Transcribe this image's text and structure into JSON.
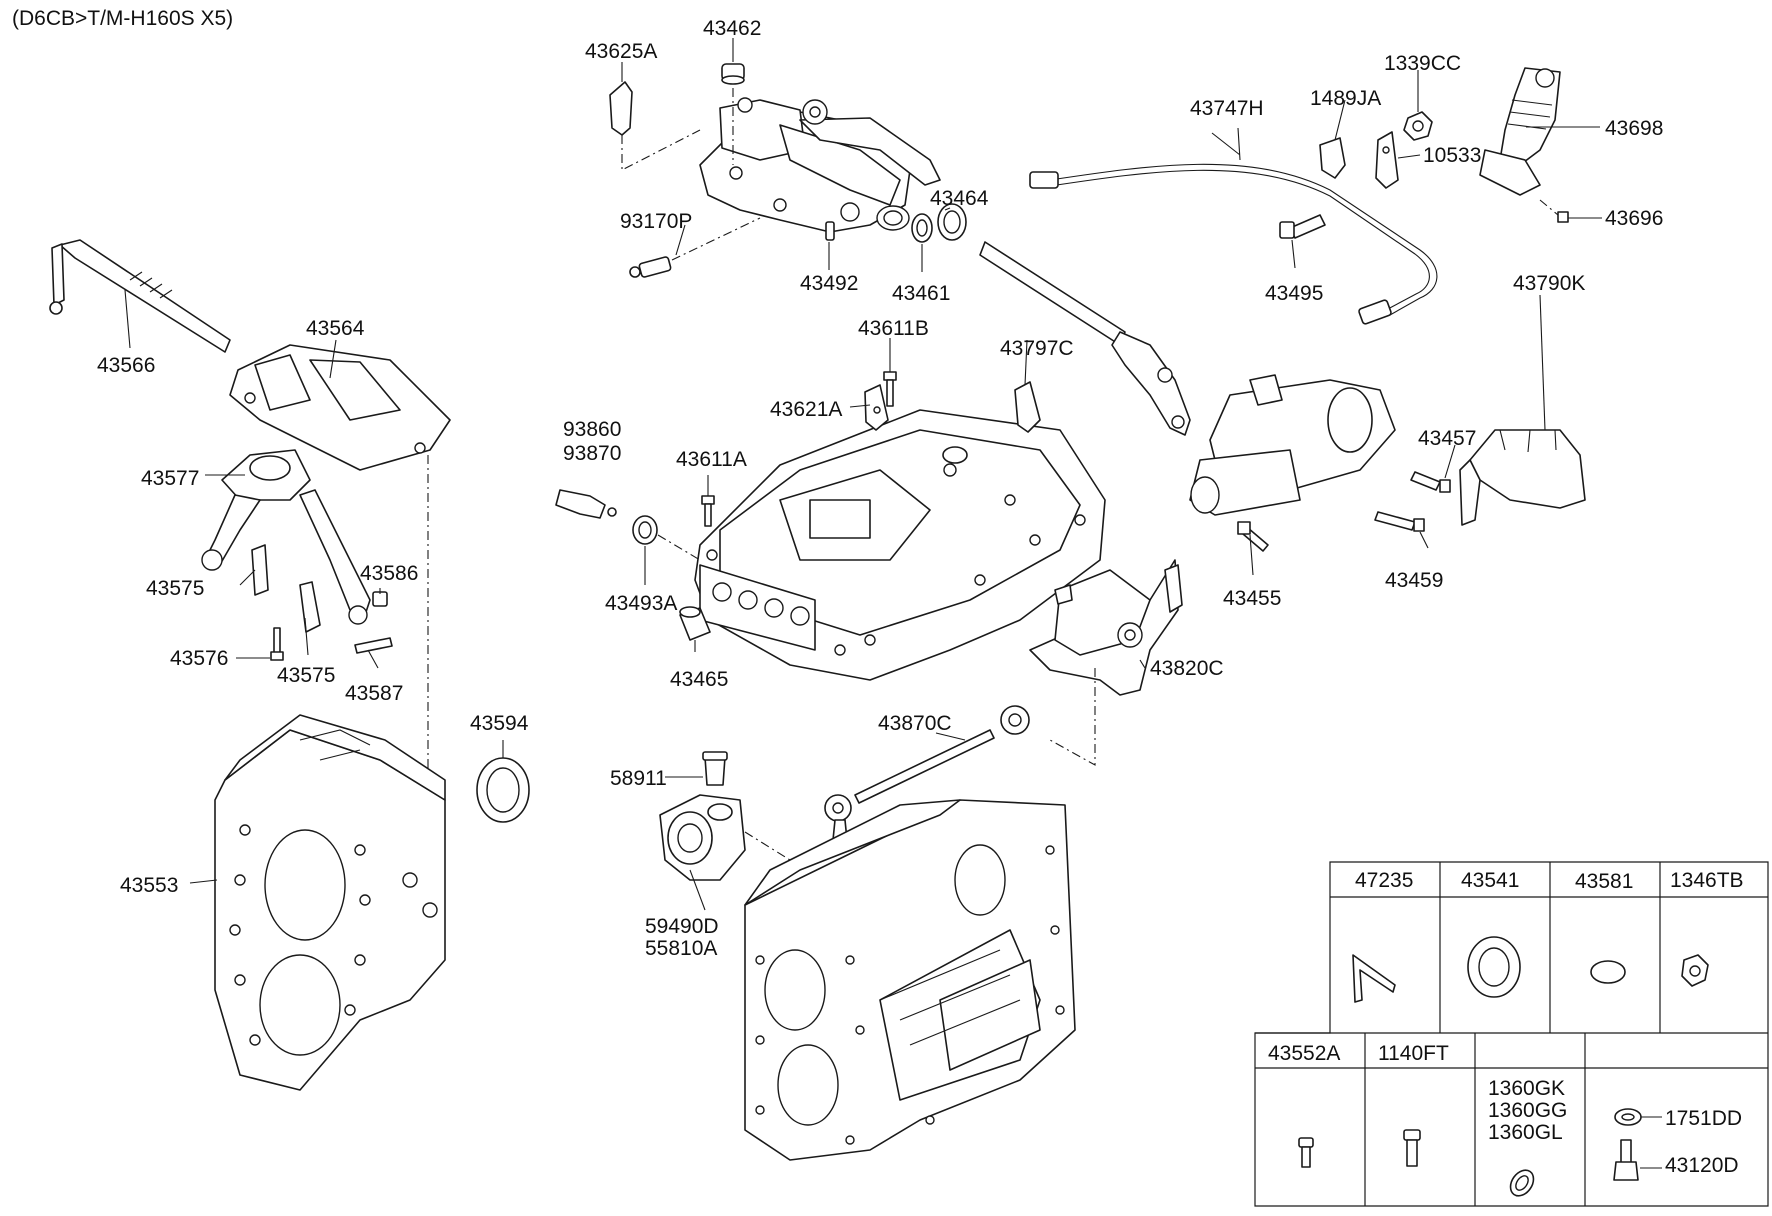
{
  "title": "(D6CB>T/M-H160S X5)",
  "labels": {
    "p43625A": "43625A",
    "p43462": "43462",
    "p1339CC": "1339CC",
    "p1489JA": "1489JA",
    "p43698": "43698",
    "p43747H": "43747H",
    "p10533": "10533",
    "p43696": "43696",
    "p43464": "43464",
    "p93170P": "93170P",
    "p43495": "43495",
    "p43492": "43492",
    "p43461": "43461",
    "p43566": "43566",
    "p43564": "43564",
    "p43611B": "43611B",
    "p43797C": "43797C",
    "p43790K": "43790K",
    "p43621A": "43621A",
    "p93860": "93860",
    "p93870": "93870",
    "p43611A": "43611A",
    "p43457": "43457",
    "p43577": "43577",
    "p43586": "43586",
    "p43575a": "43575",
    "p43493A": "43493A",
    "p43455": "43455",
    "p43459": "43459",
    "p43576": "43576",
    "p43575b": "43575",
    "p43587": "43587",
    "p43465": "43465",
    "p43820C": "43820C",
    "p43594": "43594",
    "p43870C": "43870C",
    "p58911": "58911",
    "p43553": "43553",
    "p59490D": "59490D",
    "p55810A": "55810A"
  },
  "table": {
    "row1": [
      "47235",
      "43541",
      "43581",
      "1346TB"
    ],
    "row2": [
      "43552A",
      "1140FT",
      "",
      ""
    ],
    "cell3_lines": [
      "1360GK",
      "1360GG",
      "1360GL"
    ],
    "cell4_items": [
      "1751DD",
      "43120D"
    ]
  }
}
